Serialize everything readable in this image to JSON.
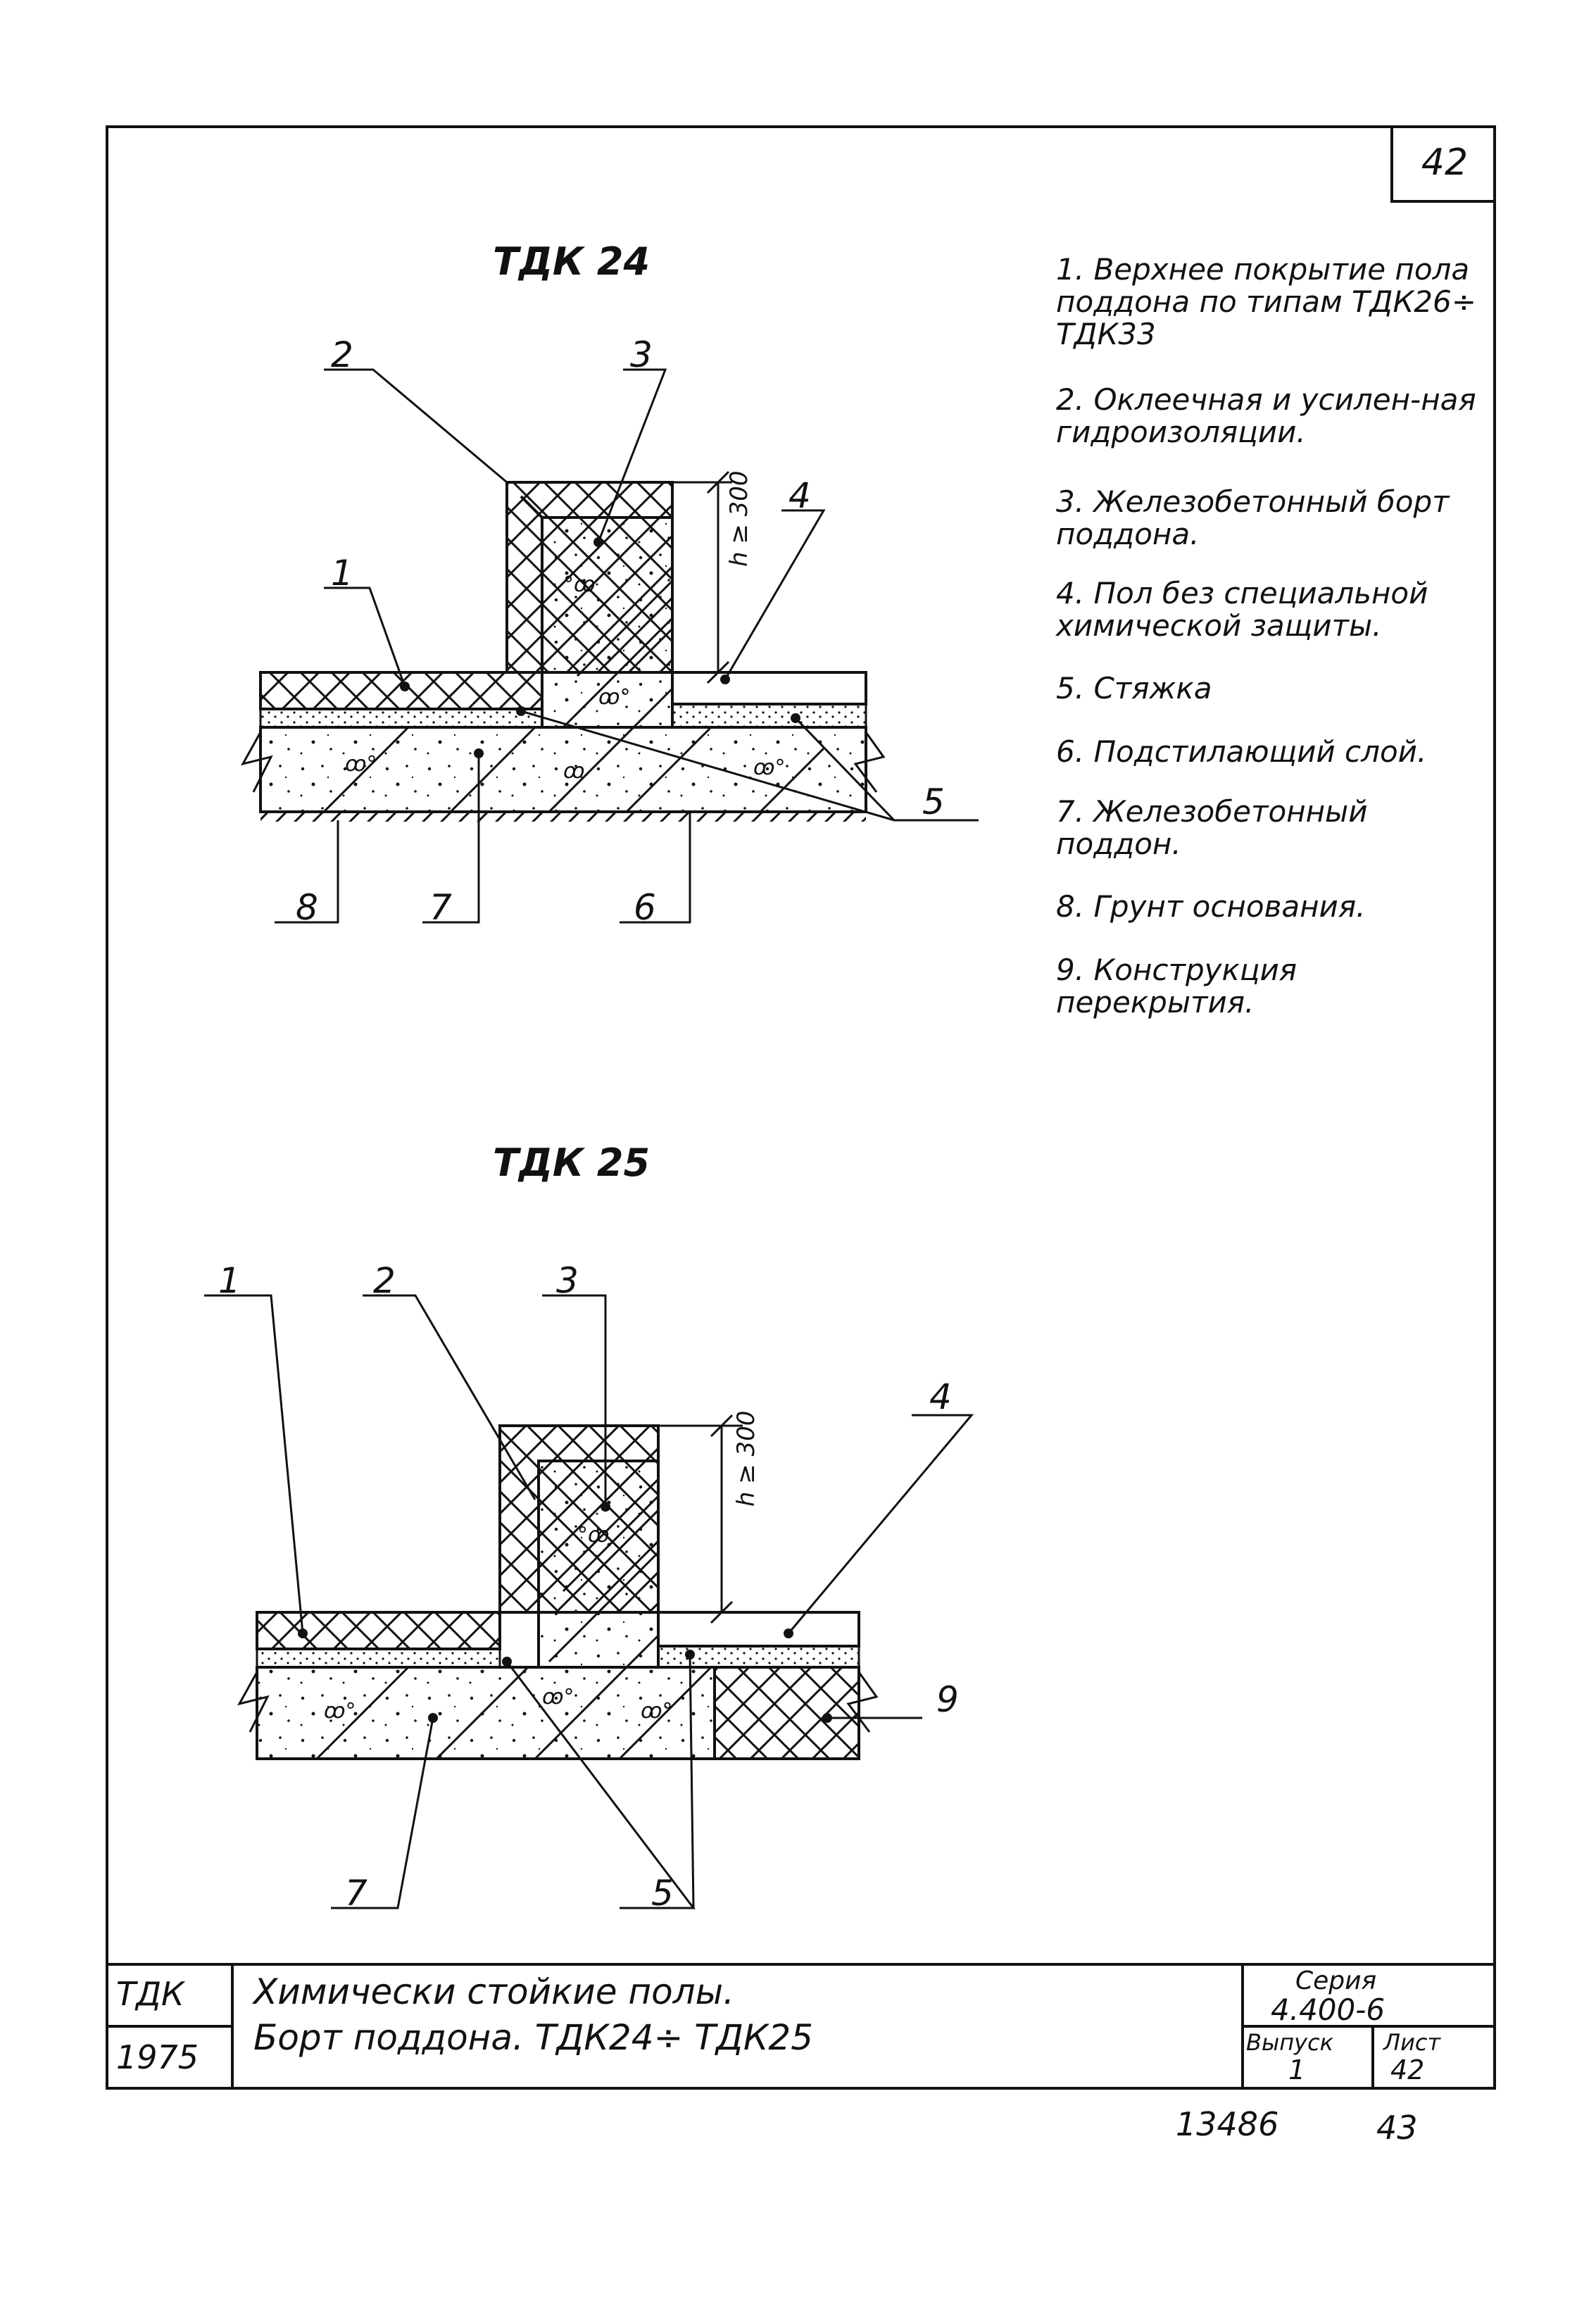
{
  "sheet": {
    "number": "42"
  },
  "figure1": {
    "title": "ТДК 24",
    "callouts": [
      "1",
      "2",
      "3",
      "4",
      "5",
      "6",
      "7",
      "8"
    ],
    "dimension": "h ≥ 300"
  },
  "figure2": {
    "title": "ТДК 25",
    "callouts": [
      "1",
      "2",
      "3",
      "4",
      "5",
      "7",
      "9"
    ],
    "dimension": "h ≥ 300"
  },
  "legend": [
    {
      "num": "1.",
      "text": "Верхнее покрытие пола поддона по типам ТДК26÷ ТДК33"
    },
    {
      "num": "2.",
      "text": "Оклеечная и усилен-ная гидроизоляции."
    },
    {
      "num": "3.",
      "text": "Железобетонный борт поддона."
    },
    {
      "num": "4.",
      "text": "Пол без специальной химической защиты."
    },
    {
      "num": "5.",
      "text": "Стяжка"
    },
    {
      "num": "6.",
      "text": "Подстилающий слой."
    },
    {
      "num": "7.",
      "text": "Железобетонный поддон."
    },
    {
      "num": "8.",
      "text": "Грунт основания."
    },
    {
      "num": "9.",
      "text": "Конструкция перекрытия."
    }
  ],
  "title_block": {
    "org": "ТДК",
    "year": "1975",
    "title_line1": "Химически стойкие полы.",
    "title_line2": "Борт поддона. ТДК24÷ ТДК25",
    "series_label": "Серия",
    "series_value": "4.400-6",
    "issue_label": "Выпуск",
    "issue_value": "1",
    "sheet_label": "Лист",
    "sheet_value": "42"
  },
  "footer": {
    "doc_number": "13486",
    "page": "43"
  },
  "colors": {
    "ink": "#111111",
    "paper": "#ffffff"
  }
}
